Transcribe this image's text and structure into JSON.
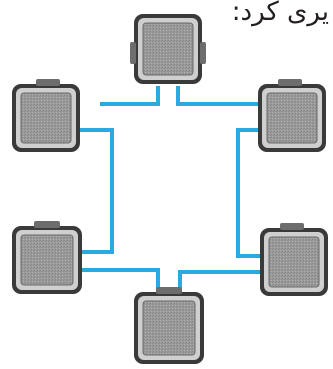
{
  "caption": "یری کرد:",
  "cable_color": "#29abe2",
  "node_count": 6,
  "topology": "ring",
  "nodes": [
    {
      "name": "top"
    },
    {
      "name": "top-left"
    },
    {
      "name": "top-right"
    },
    {
      "name": "bottom-left"
    },
    {
      "name": "bottom-right"
    },
    {
      "name": "bottom"
    }
  ]
}
